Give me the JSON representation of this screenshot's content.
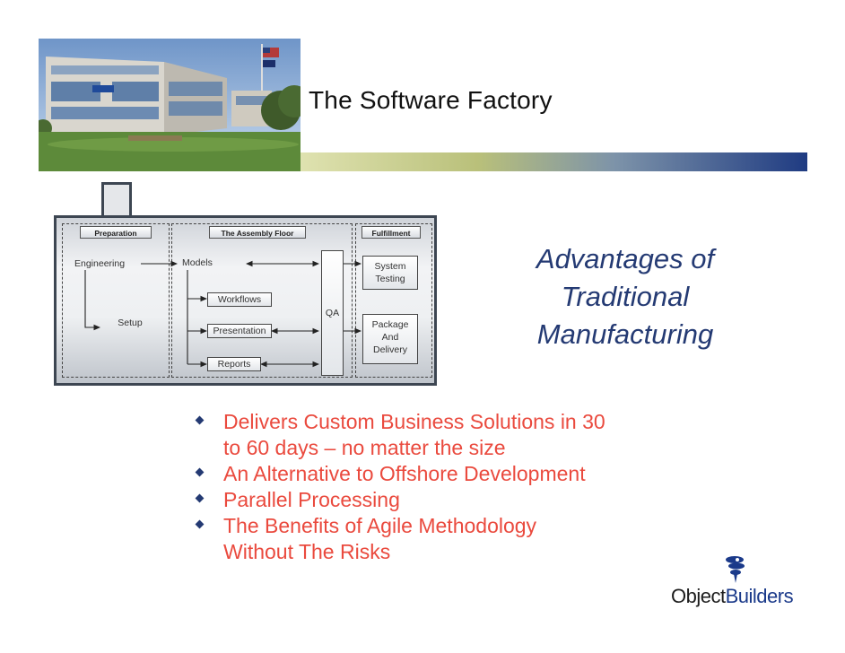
{
  "slide": {
    "title": "The Software Factory",
    "headline": [
      "Advantages of",
      "Traditional",
      "Manufacturing"
    ],
    "bullets": [
      {
        "lines": [
          "Delivers Custom Business Solutions in 30",
          "to 60 days – no matter the size"
        ]
      },
      {
        "lines": [
          "An Alternative to Offshore Development"
        ]
      },
      {
        "lines": [
          "Parallel Processing"
        ]
      },
      {
        "lines": [
          "The Benefits of Agile Methodology",
          "Without The Risks"
        ]
      }
    ]
  },
  "diagram": {
    "sections": {
      "preparation": "Preparation",
      "assembly": "The Assembly Floor",
      "fulfillment": "Fulfillment"
    },
    "boxes": {
      "engineering": "Engineering",
      "setup": "Setup",
      "models": "Models",
      "workflows": "Workflows",
      "presentation": "Presentation",
      "reports": "Reports",
      "qa": "QA",
      "system_testing": [
        "System",
        "Testing"
      ],
      "package_delivery": [
        "Package",
        "And",
        "Delivery"
      ]
    }
  },
  "logo": {
    "part1": "Object",
    "part2": "Builders"
  },
  "colors": {
    "band_start": "#c9d08a",
    "band_end": "#1f3b82",
    "headline": "#243a73",
    "bullet_text": "#ea4a3e"
  }
}
